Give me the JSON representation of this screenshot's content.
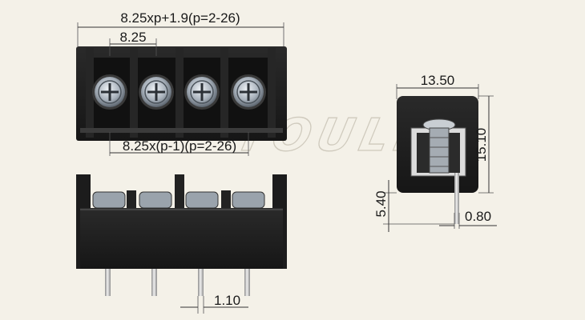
{
  "colors": {
    "background": "#f4f1e8",
    "body": "#1f1f1f",
    "metal": "#b9bfc6",
    "pin": "#c8c8c8",
    "line": "#333333"
  },
  "watermark": {
    "text": "YOULE"
  },
  "dimensions": {
    "top_overall": "8.25xp+1.9(p=2-26)",
    "top_pitch": "8.25",
    "top_span": "8.25x(p-1)(p=2-26)",
    "side_width": "13.50",
    "side_height": "15.10",
    "side_pin_length": "5.40",
    "side_pin_thickness": "0.80",
    "front_pin_width": "1.10"
  }
}
